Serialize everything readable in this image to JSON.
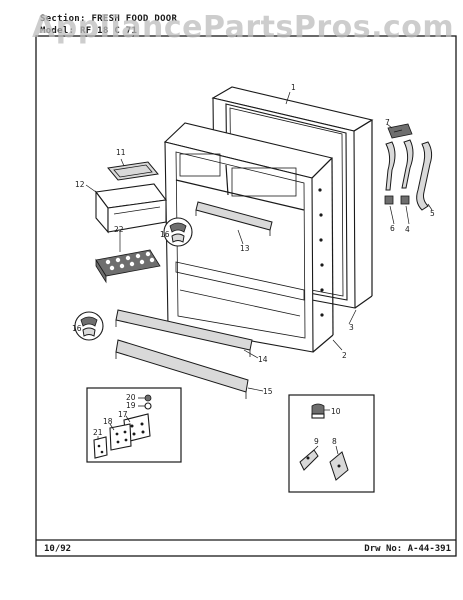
{
  "header": {
    "section_line": "Section: FRESH FOOD DOOR",
    "model_line": "Model: RF 18 C 71"
  },
  "watermark": "AppliancePartsPros.com",
  "footer": {
    "date": "10/92",
    "drawing_number": "Drw No: A-44-391"
  },
  "callouts": [
    "1",
    "2",
    "3",
    "4",
    "5",
    "6",
    "7",
    "8",
    "9",
    "10",
    "11",
    "12",
    "13",
    "14",
    "15",
    "16",
    "16",
    "17",
    "18",
    "19",
    "20",
    "21",
    "22"
  ]
}
